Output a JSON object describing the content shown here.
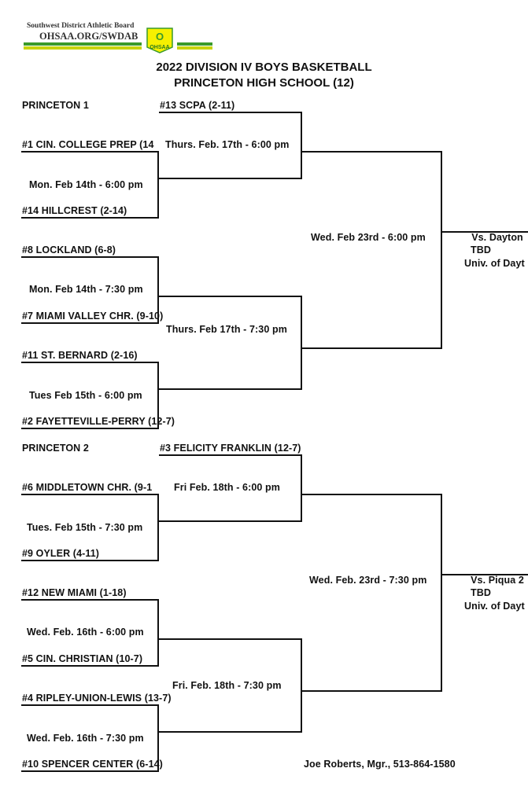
{
  "header": {
    "org_name": "Southwest District Athletic Board",
    "org_url": "OHSAA.ORG/SWDAB",
    "logo_text": "OHSAA",
    "logo_mark": "O",
    "title_line1": "2022 DIVISION IV BOYS BASKETBALL",
    "title_line2": "PRINCETON HIGH  SCHOOL (12)"
  },
  "colors": {
    "green": "#3a9a2a",
    "yellow": "#c8d400",
    "ink": "#111111"
  },
  "brackets": {
    "bracket1_label": "PRINCETON 1",
    "bracket2_label": "PRINCETON 2"
  },
  "teams": {
    "scpa": "#13 SCPA (2-11)",
    "cin_college_prep": "#1 CIN. COLLEGE PREP (14",
    "hillcrest": "#14 HILLCREST (2-14)",
    "lockland": "#8 LOCKLAND (6-8)",
    "miami_valley": "#7 MIAMI VALLEY CHR. (9-10)",
    "st_bernard": "#11 ST. BERNARD (2-16)",
    "fayetteville": "#2 FAYETTEVILLE-PERRY (12-7)",
    "felicity": "#3 FELICITY FRANKLIN (12-7)",
    "middletown": "#6 MIDDLETOWN CHR. (9-1",
    "oyler": "#9 OYLER (4-11)",
    "new_miami": "#12 NEW MIAMI (1-18)",
    "cin_christian": "#5 CIN. CHRISTIAN (10-7)",
    "ripley": "#4 RIPLEY-UNION-LEWIS (13-7)",
    "spencer": "#10 SPENCER CENTER (6-14)"
  },
  "games": {
    "g1": "Mon. Feb 14th -  6:00 pm",
    "g2": "Mon. Feb 14th -  7:30 pm",
    "g3": "Tues Feb 15th -  6:00 pm",
    "g4": "Tues. Feb 15th -  7:30 pm",
    "g5": "Wed. Feb. 16th -  6:00 pm",
    "g6": "Wed. Feb. 16th -  7:30 pm",
    "q1": "Thurs. Feb. 17th -  6:00 pm",
    "q2": "Thurs. Feb 17th -  7:30 pm",
    "q3": "Fri Feb. 18th -  6:00 pm",
    "q4": "Fri. Feb. 18th -  7:30 pm",
    "s1": "Wed. Feb 23rd -  6:00 pm",
    "s2": "Wed. Feb. 23rd -  7:30 pm"
  },
  "advance": {
    "a1_line1": "Vs. Dayton",
    "a1_line2": "TBD",
    "a1_line3": "Univ. of Dayt",
    "a2_line1": "Vs. Piqua 2",
    "a2_line2": "TBD",
    "a2_line3": "Univ. of Dayt"
  },
  "footer": {
    "manager": "Joe Roberts, Mgr., 513-864-1580"
  }
}
